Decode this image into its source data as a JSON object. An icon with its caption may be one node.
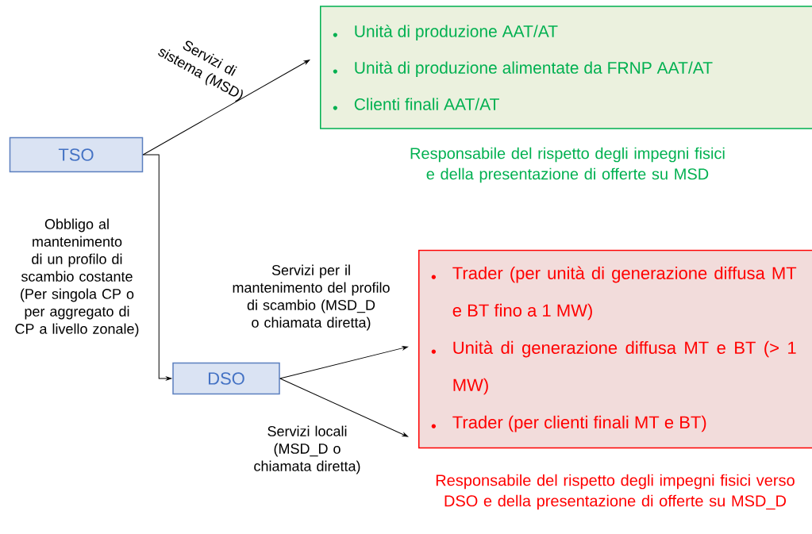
{
  "diagram": {
    "nodes": [
      {
        "text": [
          "TSO"
        ]
      },
      {
        "text": [
          "Unità di produzione AAT/AT",
          "Unità di produzione alimentate da FRNP AAT/AT",
          "Clienti finali AAT/AT"
        ],
        "beside": [
          "Responsabile del rispetto degli impegni fisici e della presentazione di offerte su MSD"
        ]
      },
      {
        "text": [
          "DSO"
        ]
      },
      {
        "text": [
          "Trader (per unità di generazione diffusa MT e BT fino a 1 MW)",
          "Unità di generazione diffusa MT e BT (> 1 MW)",
          "Trader (per clienti finali MT e BT)"
        ],
        "beside": [
          "Responsabile del rispetto degli impegni fisici verso DSO e della presentazione di offerte su MSD_D"
        ]
      }
    ],
    "edges": [
      {
        "from": 0,
        "to": 1,
        "arrow": "to",
        "label": "Servizi di sistema (MSD)"
      },
      {
        "from": 0,
        "to": 2,
        "arrow": "to",
        "label": "Obbligo al mantenimento di un profilo di scambio costante (Per singola CP o per aggregato di CP a livello zonale)"
      },
      {
        "from": 2,
        "to": 3,
        "arrow": "to",
        "label": "Servizi per il mantenimento del profilo di scambio (MSD_D o chiamata diretta)"
      },
      {
        "from": 2,
        "to": 3,
        "arrow": "to",
        "label": "Servizi locali (MSD_D o chiamata diretta)"
      }
    ]
  }
}
